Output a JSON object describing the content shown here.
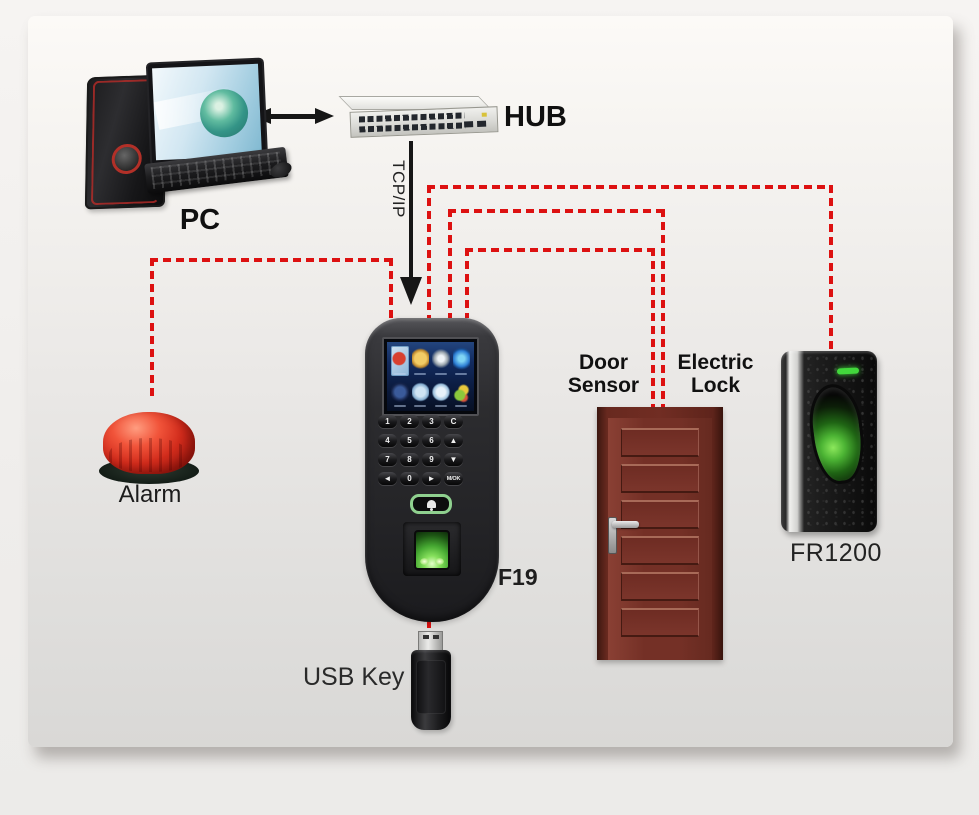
{
  "labels": {
    "pc": "PC",
    "hub": "HUB",
    "tcpip": "TCP/IP",
    "alarm": "Alarm",
    "f19": "F19",
    "usb_key": "USB Key",
    "door_sensor": "Door Sensor",
    "electric_lock": "Electric Lock",
    "fr1200": "FR1200"
  },
  "f19_keypad": [
    "1",
    "2",
    "3",
    "C",
    "4",
    "5",
    "6",
    "▲",
    "7",
    "8",
    "9",
    "▼",
    "◄",
    "0",
    "►",
    "M/OK"
  ],
  "colors": {
    "wire": "#dd1111",
    "arrow": "#161616",
    "bell-green": "#8fd08f",
    "alarm-red": "#d22c1c",
    "door-wood": "#743026",
    "sensor-green": "#46a832",
    "screen-blue": "#122a5e",
    "label-ink": "#1c1c1c"
  }
}
